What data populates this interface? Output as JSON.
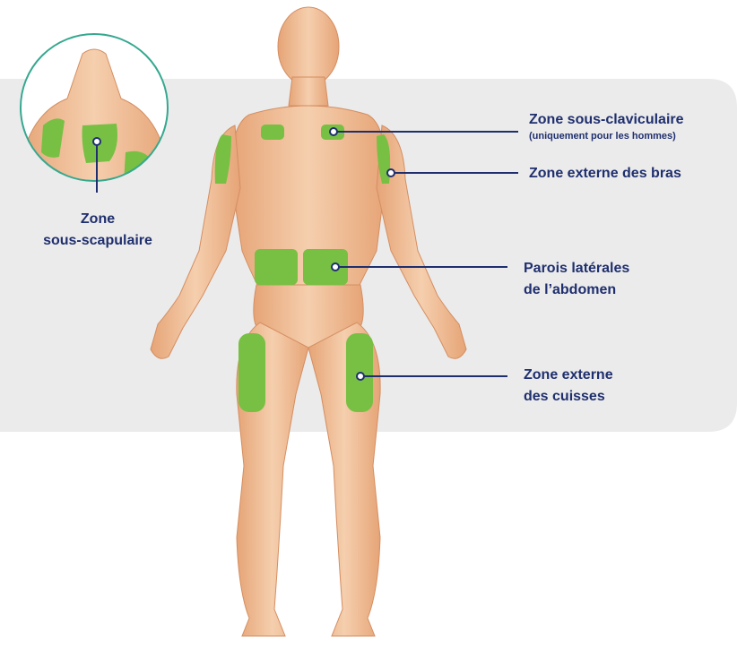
{
  "colors": {
    "panel": "#ebebeb",
    "zone_green": "#77c043",
    "label_navy": "#1f2f6e",
    "skin_light": "#f2c6a0",
    "skin_dark": "#e09a6c"
  },
  "labels": {
    "subclavicular_title": "Zone sous-claviculaire",
    "subclavicular_note": "(uniquement pour les hommes)",
    "outer_arms": "Zone externe des bras",
    "abdomen_line1": "Parois latérales",
    "abdomen_line2": "de l’abdomen",
    "thighs_line1": "Zone externe",
    "thighs_line2": "des cuisses",
    "subscapular_line1": "Zone",
    "subscapular_line2": "sous-scapulaire"
  }
}
